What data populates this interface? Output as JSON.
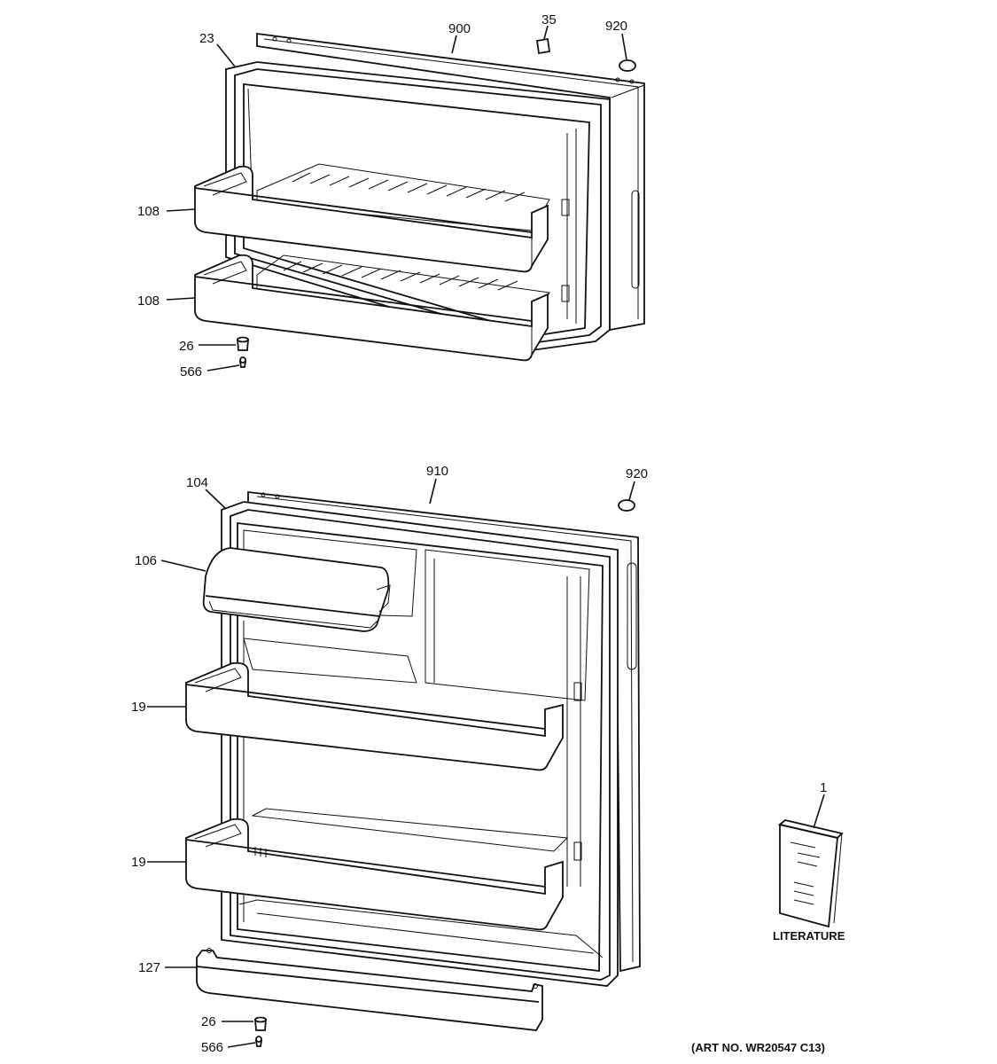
{
  "callouts": {
    "freezer_door_gasket": "23",
    "freezer_door_assembly": "900",
    "freezer_part_35": "35",
    "freezer_plug_button": "920",
    "freezer_shelf_upper": "108",
    "freezer_shelf_lower": "108",
    "freezer_hinge_bushing": "26",
    "freezer_screw": "566",
    "fresh_food_door_gasket": "104",
    "fresh_food_door_assembly": "910",
    "fresh_food_plug_button": "920",
    "dairy_door": "106",
    "fresh_food_shelf_upper": "19",
    "fresh_food_shelf_lower": "19",
    "door_bottom_trim": "127",
    "fresh_food_hinge_bushing": "26",
    "fresh_food_screw": "566",
    "literature": "1"
  },
  "literature_label": "LITERATURE",
  "art_number": "(ART NO. WR20547 C13)"
}
